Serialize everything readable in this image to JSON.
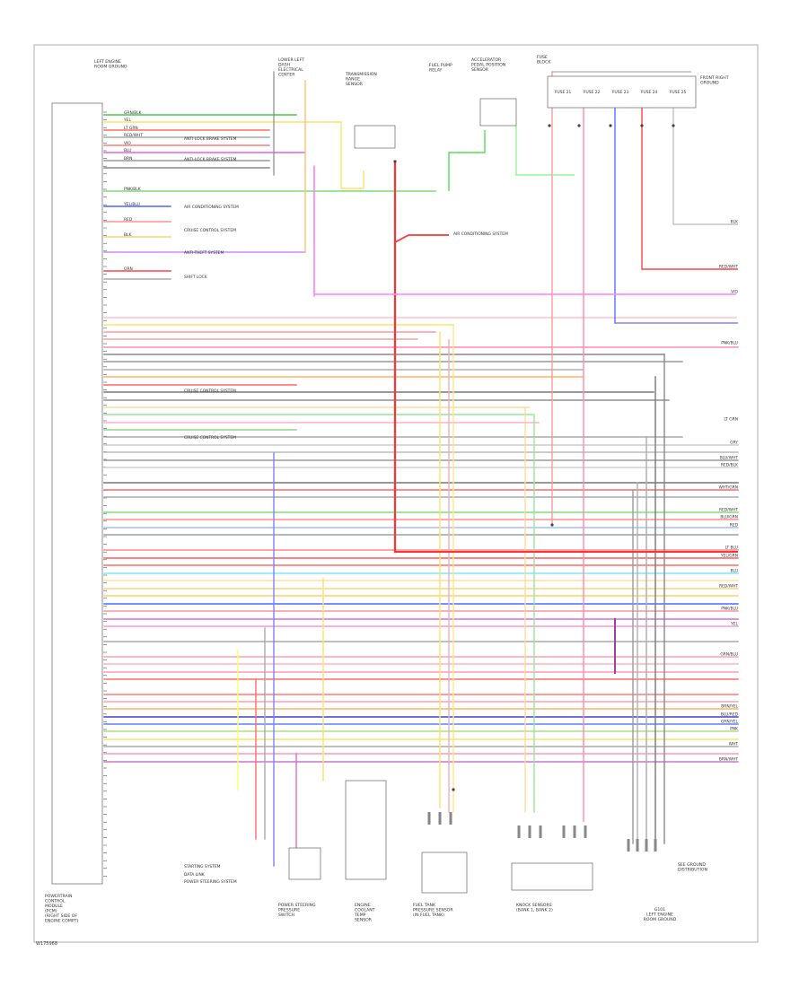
{
  "diagram_id": "W175968",
  "modules": {
    "pcm": [
      "POWERTRAIN",
      "CONTROL",
      "MODULE",
      "(PCM)",
      "(RIGHT SIDE OF",
      "ENGINE COMPT)"
    ],
    "left_engine_ground": [
      "LEFT ENGINE",
      "ROOM GROUND"
    ],
    "lower_left_dash": [
      "LOWER LEFT",
      "DASH",
      "ELECTRICAL",
      "CENTER"
    ],
    "transmission": [
      "TRANSMISSION",
      "RANGE",
      "SENSOR"
    ],
    "fuel_pump_relay": [
      "FUEL PUMP",
      "RELAY"
    ],
    "accel_pedal": [
      "ACCELERATOR",
      "PEDAL POSITION",
      "SENSOR"
    ],
    "fuse_block": [
      "FUSE",
      "BLOCK"
    ],
    "fuse_labels": [
      "FUSE 21",
      "FUSE 22",
      "FUSE 23",
      "FUSE 24",
      "FUSE 25"
    ],
    "front_ground": [
      "FRONT RIGHT",
      "GROUND"
    ],
    "power_steering": [
      "POWER STEERING",
      "PRESSURE",
      "SWITCH"
    ],
    "ect_sensor": [
      "ENGINE",
      "COOLANT",
      "TEMP",
      "SENSOR"
    ],
    "fuel_tank": [
      "FUEL TANK",
      "PRESSURE SENSOR",
      "(IN FUEL TANK)"
    ],
    "knock_sensors": [
      "KNOCK SENSORS",
      "(BANK 1, BANK 2)"
    ],
    "ground_bottom": [
      "G101",
      "LEFT ENGINE",
      "ROOM GROUND"
    ],
    "branch_note": [
      "SEE GROUND",
      "DISTRIBUTION"
    ]
  },
  "system_labels": [
    "ANTI-LOCK BRAKE SYSTEM",
    "ANTI-LOCK BRAKE SYSTEM",
    "AIR CONDITIONING SYSTEM",
    "CRUISE CONTROL SYSTEM",
    "ANTI-THEFT SYSTEM",
    "SHIFT LOCK",
    "CRUISE CONTROL SYSTEM",
    "CRUISE CONTROL SYSTEM",
    "STARTING SYSTEM",
    "DATA LINK",
    "POWER STEERING SYSTEM"
  ],
  "wire_labels": {
    "w1": "GRN/BLK",
    "w2": "YEL",
    "w3": "LT GRN",
    "w4": "RED/WHT",
    "w5": "VIO",
    "w6": "BLU",
    "w7": "BRN",
    "w8": "PNK/BLK",
    "w9": "YEL/BLU",
    "w10": "RED",
    "w11": "BLK",
    "w12": "ORN"
  },
  "right_labels": [
    "BLK",
    "RED/WHT",
    "VIO",
    "PNK/BLU",
    "LT GRN",
    "GRY",
    "BLU/WHT",
    "RED/BLK",
    "WHT/GRN",
    "RED/WHT",
    "BLU/GRN",
    "RED",
    "LT BLU",
    "YEL/GRN",
    "BLU",
    "RED/WHT",
    "PNK/BLU",
    "YEL",
    "GRN/BLU",
    "BRN/YEL",
    "BLU/RED",
    "GRN/YEL",
    "PNK",
    "WHT",
    "BRN/WHT"
  ],
  "colors": {
    "frame": "#888888",
    "text": "#333333"
  }
}
